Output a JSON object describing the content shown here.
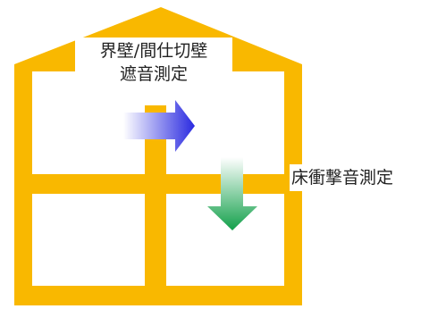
{
  "diagram": {
    "labels": {
      "wall_line1": "界壁/間仕切壁",
      "wall_line2": "遮音測定",
      "floor": "床衝撃音測定"
    },
    "colors": {
      "frame": "#F9B800",
      "background": "#FFFFFF",
      "text": "#222222",
      "horizontal_arrow_start": "#FFFFFF",
      "horizontal_arrow_end": "#2A2AE0",
      "vertical_arrow_start": "#FFFFFF",
      "vertical_arrow_end": "#12A04A"
    },
    "icons": {
      "house": "house-cross-section",
      "horizontal_arrow": "arrow-right-icon",
      "vertical_arrow": "arrow-down-icon"
    }
  }
}
